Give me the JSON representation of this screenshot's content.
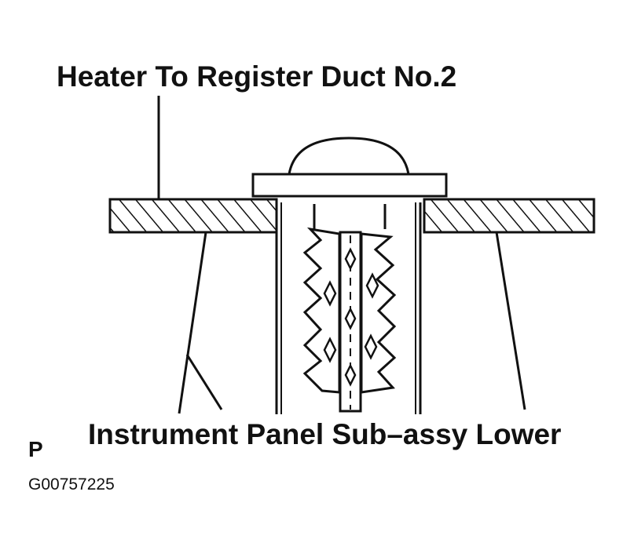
{
  "diagram": {
    "labels": {
      "top_label": "Heater To Register Duct No.2",
      "bottom_label": "Instrument Panel Sub–assy Lower",
      "corner_letter": "P",
      "figure_code": "G00757225"
    },
    "colors": {
      "ink": "#111111",
      "background": "#ffffff"
    }
  }
}
